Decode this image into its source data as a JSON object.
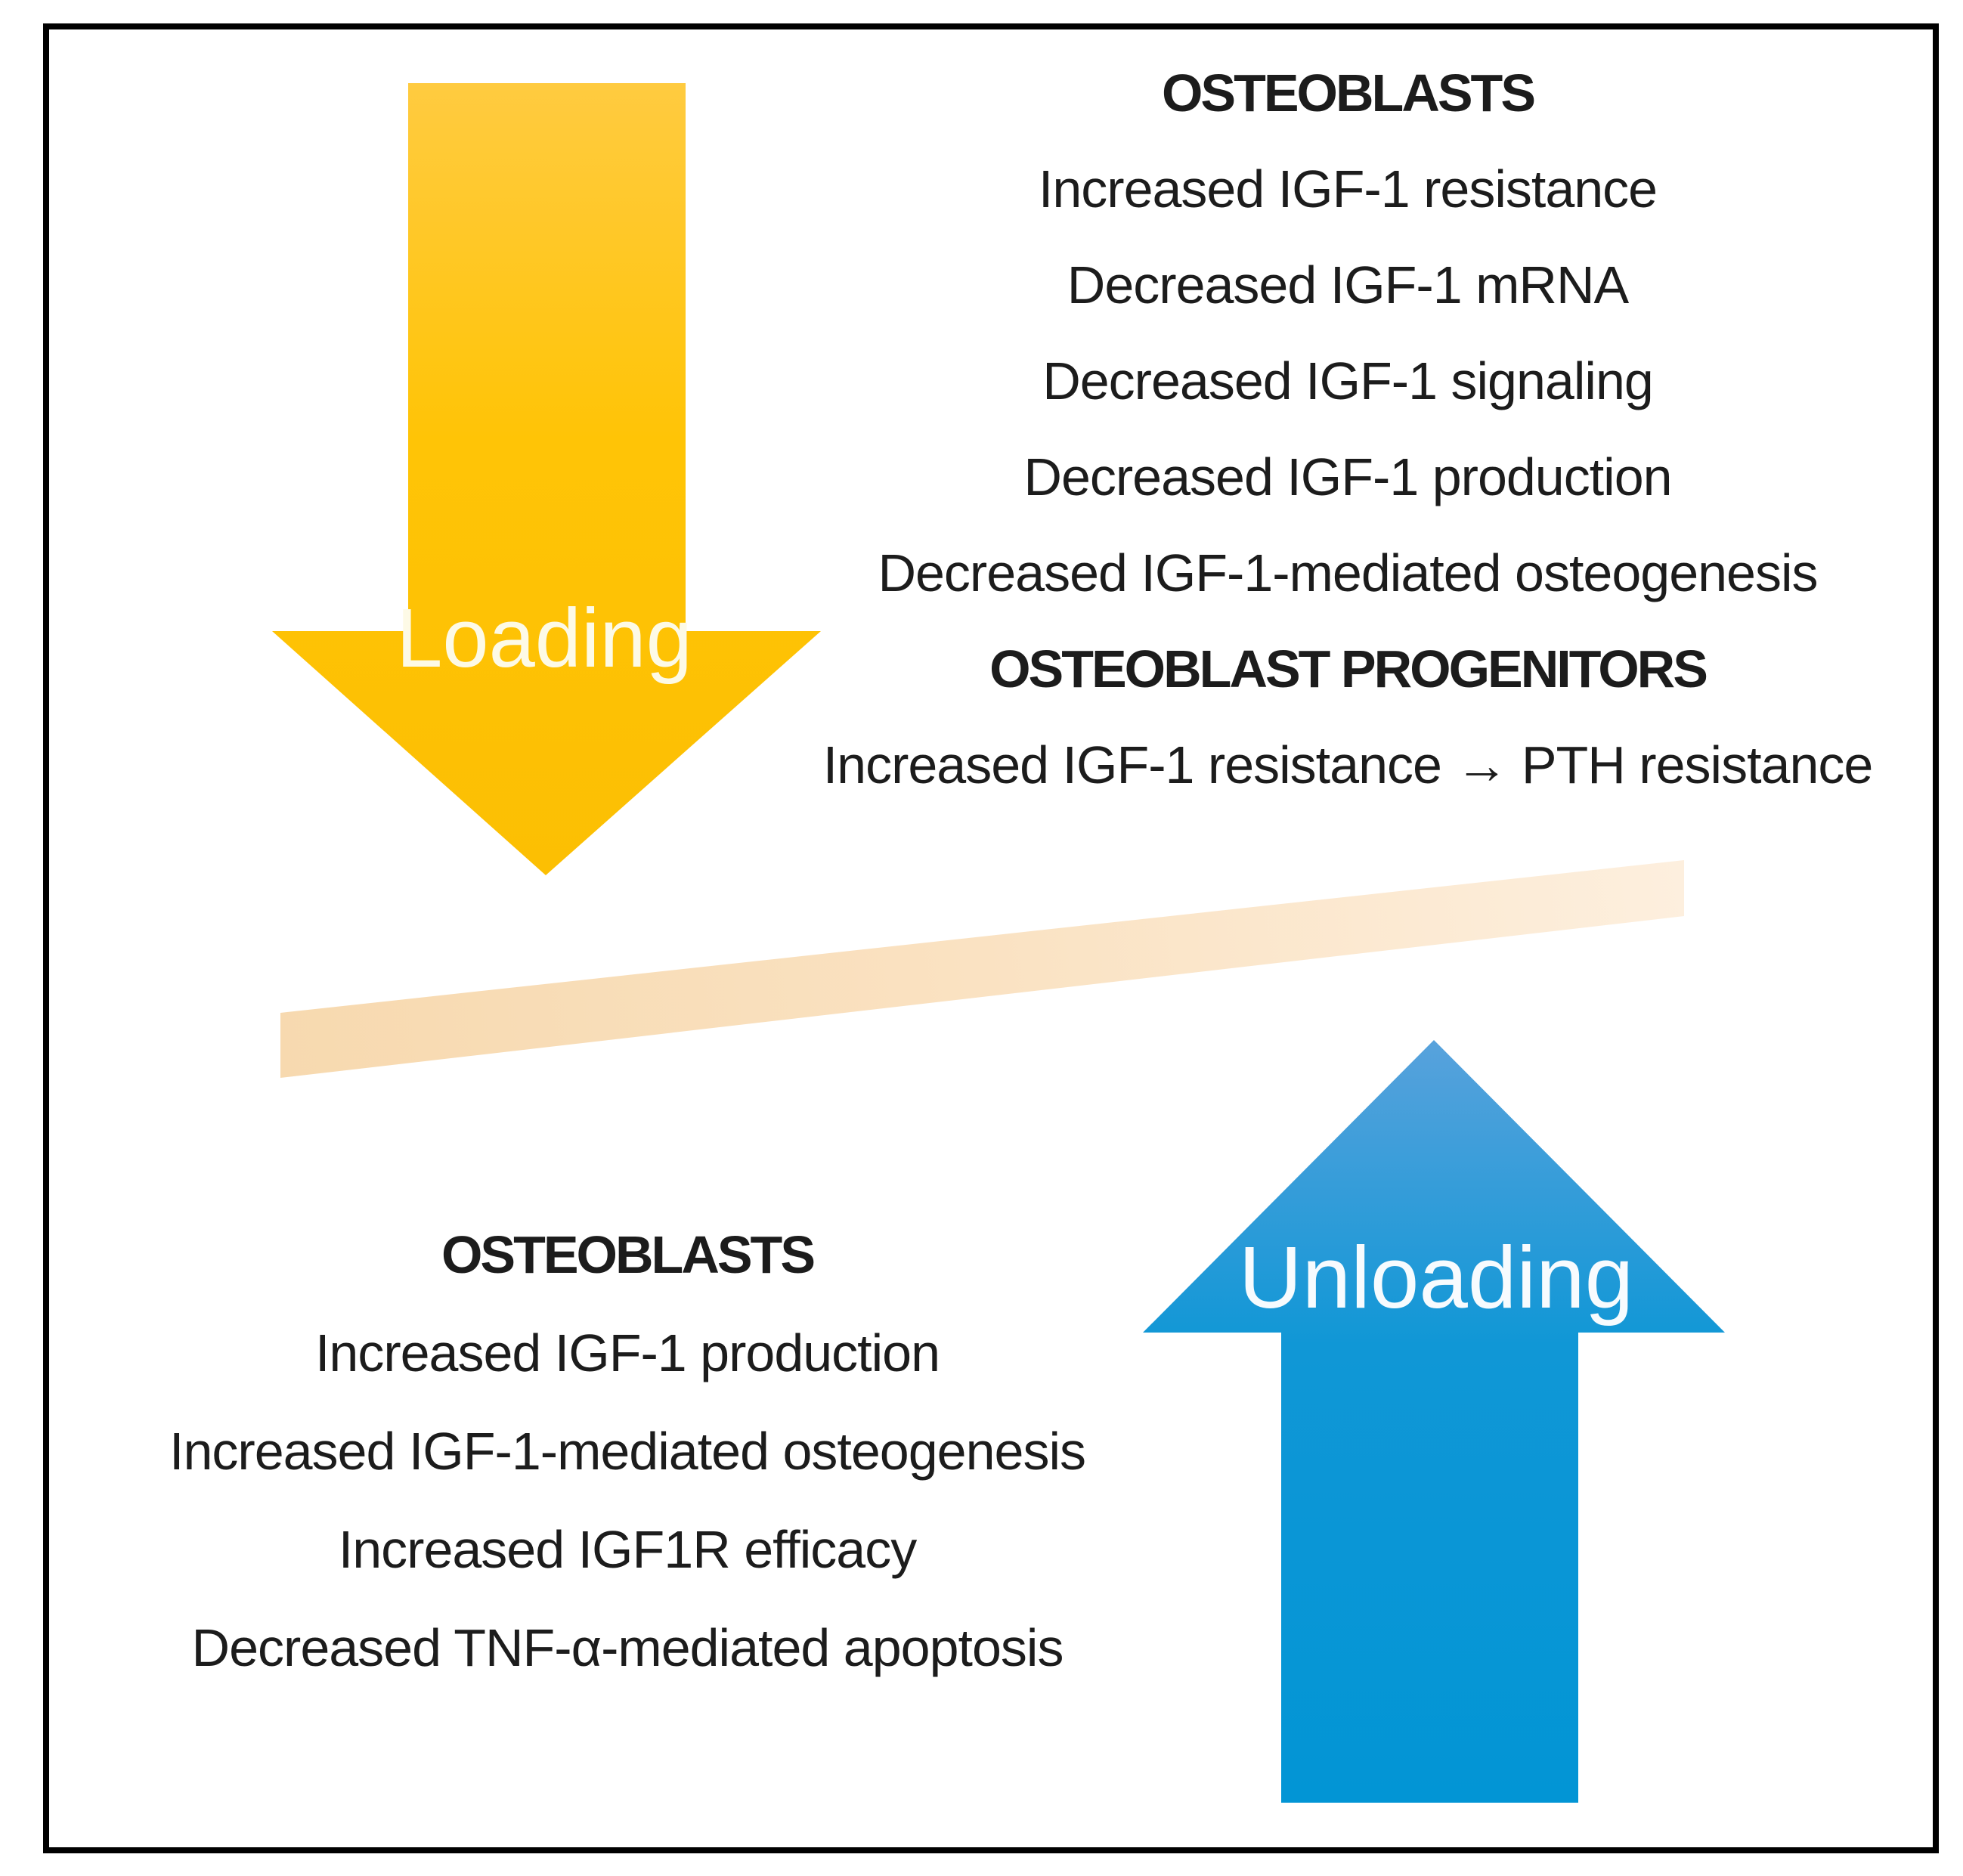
{
  "figure": {
    "loading_arrow": {
      "label": "Loading",
      "color_top": "#FFCB40",
      "color_bottom": "#FCBF03",
      "label_color": "#FDFAE6"
    },
    "unloading_arrow": {
      "label": "Unloading",
      "color_top": "#58A2DC",
      "color_bottom": "#0295D5",
      "label_color": "#F7FBFE"
    },
    "beam": {
      "color_left": "#F7D9AF",
      "color_right": "#FDEFDE"
    },
    "border_color": "#000000",
    "text_color": "#1C1C1C",
    "top_right_block": {
      "lines": [
        {
          "text": "OSTEOBLASTS",
          "bold": true
        },
        {
          "text": "Increased IGF-1 resistance",
          "bold": false
        },
        {
          "text": "Decreased IGF-1 mRNA",
          "bold": false
        },
        {
          "text": "Decreased IGF-1 signaling",
          "bold": false
        },
        {
          "text": "Decreased IGF-1 production",
          "bold": false
        },
        {
          "text": "Decreased IGF-1-mediated osteogenesis",
          "bold": false
        },
        {
          "text": "OSTEOBLAST PROGENITORS",
          "bold": true
        },
        {
          "text": "Increased IGF-1 resistance → PTH resistance",
          "bold": false
        }
      ]
    },
    "bottom_left_block": {
      "lines": [
        {
          "text": "OSTEOBLASTS",
          "bold": true
        },
        {
          "text": "Increased IGF-1 production",
          "bold": false
        },
        {
          "text": "Increased IGF-1-mediated osteogenesis",
          "bold": false
        },
        {
          "text": "Increased IGF1R efficacy",
          "bold": false
        },
        {
          "text": "Decreased TNF-α-mediated apoptosis",
          "bold": false
        }
      ]
    }
  }
}
